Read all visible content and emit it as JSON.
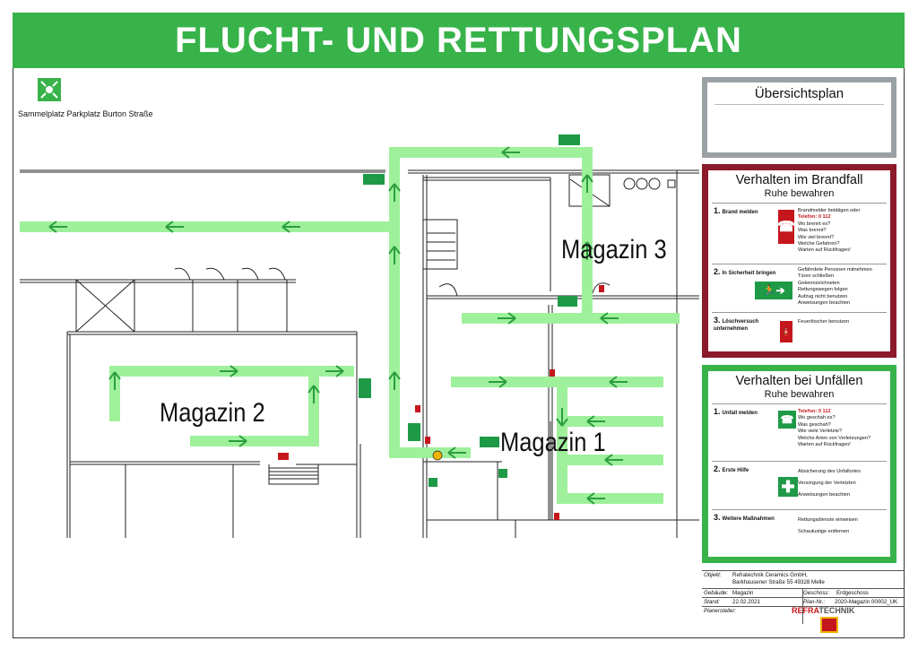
{
  "title": "FLUCHT- UND RETTUNGSPLAN",
  "assembly_point": {
    "label": "Sammelplatz Parkplatz Burton Straße",
    "icon": "assembly-point-icon"
  },
  "rooms": {
    "magazin1": "Magazin 1",
    "magazin2": "Magazin 2",
    "magazin3": "Magazin 3"
  },
  "overview": {
    "title": "Übersichtsplan"
  },
  "fire": {
    "title": "Verhalten im Brandfall",
    "subtitle": "Ruhe bewahren",
    "steps": [
      {
        "num": "1.",
        "label": "Brand melden",
        "lines": [
          "Brandmelder betätigen oder",
          "Telefon:  0 112",
          "Wo brennt es?",
          "Was brennt?",
          "Wie viel brennt?",
          "Welche Gefahren?",
          "Warten auf Rückfragen!"
        ]
      },
      {
        "num": "2.",
        "label": "In Sicherheit bringen",
        "lines": [
          "Gefährdete Personen mitnehmen",
          "Türen schließen",
          "Gekennzeichneten",
          "Rettungswegen folgen",
          "Aufzug nicht benutzen",
          "Anweisungen beachten"
        ]
      },
      {
        "num": "3.",
        "label": "Löschversuch unternehmen",
        "lines": [
          "Feuerlöscher benutzen"
        ]
      }
    ]
  },
  "accident": {
    "title": "Verhalten bei Unfällen",
    "subtitle": "Ruhe bewahren",
    "steps": [
      {
        "num": "1.",
        "label": "Unfall melden",
        "lines": [
          "Telefon:  0 112",
          "Wo geschah es?",
          "Was geschah?",
          "Wie viele Verletzte?",
          "Welche Arten von Verletzungen?",
          "Warten auf Rückfragen!"
        ]
      },
      {
        "num": "2.",
        "label": "Erste Hilfe",
        "lines": [
          "Absicherung des Unfallortes",
          "Versorgung der Verletzten",
          "Anweisungen beachten"
        ]
      },
      {
        "num": "3.",
        "label": "Weitere Maßnahmen",
        "lines": [
          "Rettungsdienste einweisen",
          "Schaulustige entfernen"
        ]
      }
    ]
  },
  "titleblock": {
    "objekt_label": "Objekt:",
    "objekt_value": "Refratechnik Ceramics GmbH,",
    "objekt_value2": "Barkhausener Straße 55   49328 Melle",
    "gebaeude_label": "Gebäude:",
    "gebaeude_value": "Magazin",
    "geschoss_label": "Geschoss:",
    "geschoss_value": "Erdgeschoss",
    "stand_label": "Stand:",
    "stand_value": "22.02.2021",
    "plannr_label": "Plan-Nr.:",
    "plannr_value": "2020-Magazin 00002_UK",
    "planer_label": "Planersteller:",
    "logo_part1": "REFRA",
    "logo_part2": "TECHNIK"
  },
  "colors": {
    "green": "#37b34a",
    "route": "#9ef09b",
    "fire_red": "#8b1a2a",
    "gray": "#9aa1a4",
    "red": "#c4161c"
  }
}
